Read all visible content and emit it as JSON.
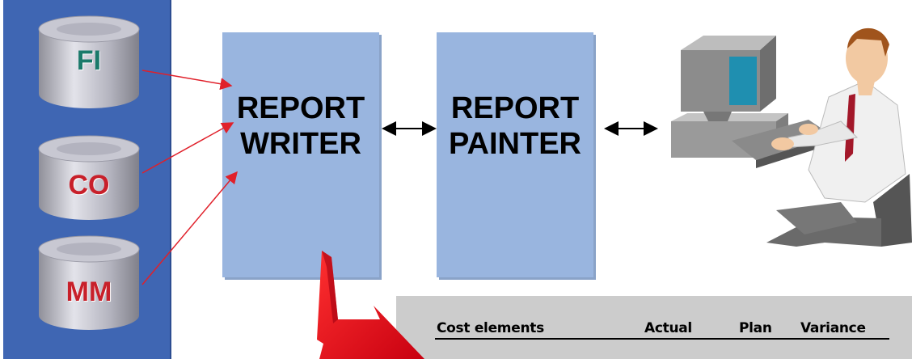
{
  "databases": [
    {
      "label": "FI",
      "color": "#1a7a6a"
    },
    {
      "label": "CO",
      "color": "#c8202a"
    },
    {
      "label": "MM",
      "color": "#c8202a"
    }
  ],
  "report_writer": {
    "line1": "REPORT",
    "line2": "WRITER"
  },
  "report_painter": {
    "line1": "REPORT",
    "line2": "PAINTER"
  },
  "report_table": {
    "columns": [
      "Cost elements",
      "Actual",
      "Plan",
      "Variance"
    ]
  },
  "colors": {
    "panel_blue": "#3f66b3",
    "box_blue": "#99b5df",
    "arrow_red": "#e0202a",
    "table_gray": "#cccccc"
  },
  "icons": [
    "database-icon",
    "user-at-computer-illustration"
  ]
}
